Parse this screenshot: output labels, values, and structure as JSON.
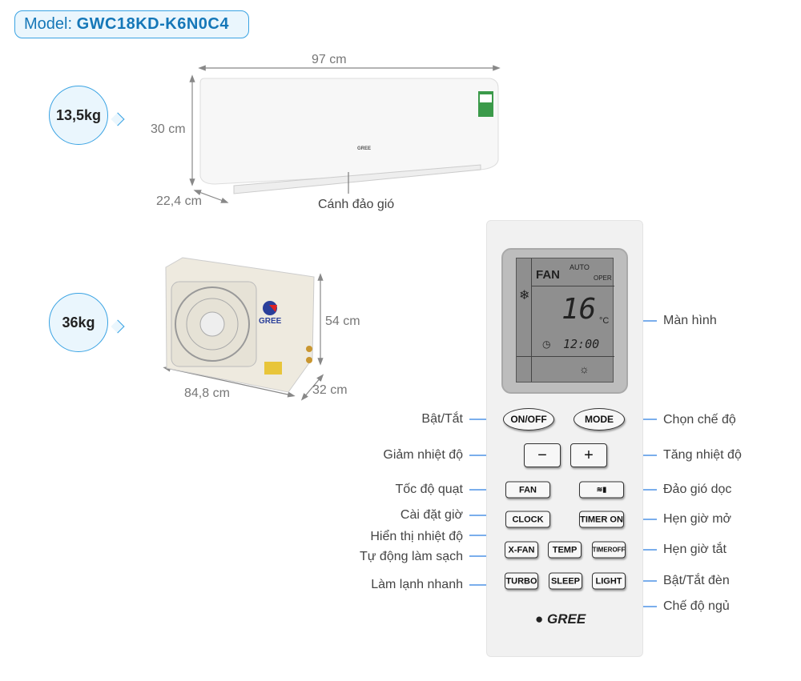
{
  "model": {
    "prefix": "Model:",
    "code": "GWC18KD-K6N0C4"
  },
  "indoor": {
    "weight": "13,5kg",
    "width": "97 cm",
    "height": "30 cm",
    "depth": "22,4 cm",
    "flap_label": "Cánh đảo gió",
    "brand": "GREE"
  },
  "outdoor": {
    "weight": "36kg",
    "width": "84,8 cm",
    "height": "54 cm",
    "depth": "32 cm",
    "brand": "GREE"
  },
  "remote": {
    "lcd": {
      "fan": "FAN",
      "auto": "AUTO",
      "oper": "OPER",
      "temp": "16",
      "unit": "°C",
      "time": "12:00"
    },
    "buttons": {
      "onoff": "ON/OFF",
      "mode": "MODE",
      "minus": "−",
      "plus": "+",
      "fan": "FAN",
      "swing": "≋▮",
      "clock": "CLOCK",
      "timer_on": "TIMER ON",
      "xfan": "X-FAN",
      "temp": "TEMP",
      "timer_off": "TIMEROFF",
      "turbo": "TURBO",
      "sleep": "SLEEP",
      "light": "LIGHT"
    },
    "brand": "GREE"
  },
  "labels": {
    "left": {
      "onoff": "Bật/Tắt",
      "minus": "Giảm nhiệt độ",
      "fan": "Tốc độ quạt",
      "clock": "Cài đặt giờ",
      "temp": "Hiển thị nhiệt độ",
      "xfan": "Tự động làm sạch",
      "turbo": "Làm lạnh nhanh"
    },
    "right": {
      "screen": "Màn hình",
      "mode": "Chọn chế độ",
      "plus": "Tăng nhiệt độ",
      "swing": "Đảo gió dọc",
      "timer_on": "Hẹn giờ mở",
      "timer_off": "Hẹn giờ tắt",
      "light": "Bật/Tắt đèn",
      "sleep": "Chế độ ngủ"
    }
  },
  "colors": {
    "accent": "#1577b8",
    "line": "#2a7de1"
  }
}
